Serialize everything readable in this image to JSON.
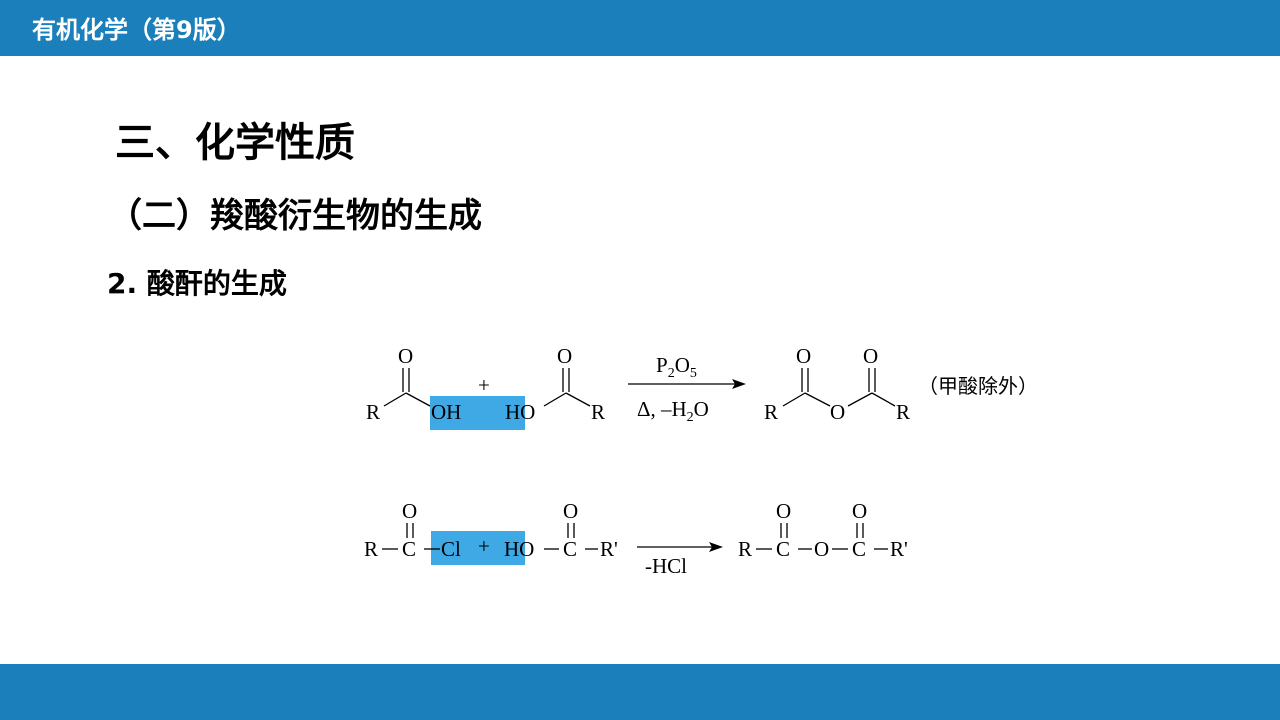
{
  "header": {
    "title": "有机化学（第9版）"
  },
  "slide": {
    "heading": "三、化学性质",
    "subheading": "（二）羧酸衍生物的生成",
    "section": "2. 酸酐的生成"
  },
  "reaction1": {
    "reactant1": {
      "O": "O",
      "R": "R",
      "OH": "OH"
    },
    "plus": "+",
    "reactant2": {
      "O": "O",
      "HO": "HO",
      "R": "R"
    },
    "reagent_top": {
      "P": "P",
      "sub2": "2",
      "O": "O",
      "sub5": "5"
    },
    "reagent_bottom": {
      "delta": "Δ, –H",
      "sub2": "2",
      "O": "O"
    },
    "product": {
      "O1": "O",
      "O2": "O",
      "R1": "R",
      "Obridge": "O",
      "R2": "R"
    },
    "note": "（甲酸除外）"
  },
  "reaction2": {
    "reactant1": {
      "R": "R",
      "C": "C",
      "O": "O",
      "Cl": "Cl"
    },
    "plus": "+",
    "reactant2": {
      "HO": "HO",
      "C": "C",
      "O": "O",
      "R": "R'"
    },
    "reagent_bottom": "-HCl",
    "product": {
      "R1": "R",
      "C1": "C",
      "O1": "O",
      "Obridge": "O",
      "C2": "C",
      "O2": "O",
      "R2": "R'"
    }
  },
  "colors": {
    "bar": "#1a7fba",
    "highlight": "#3fa9e6"
  }
}
